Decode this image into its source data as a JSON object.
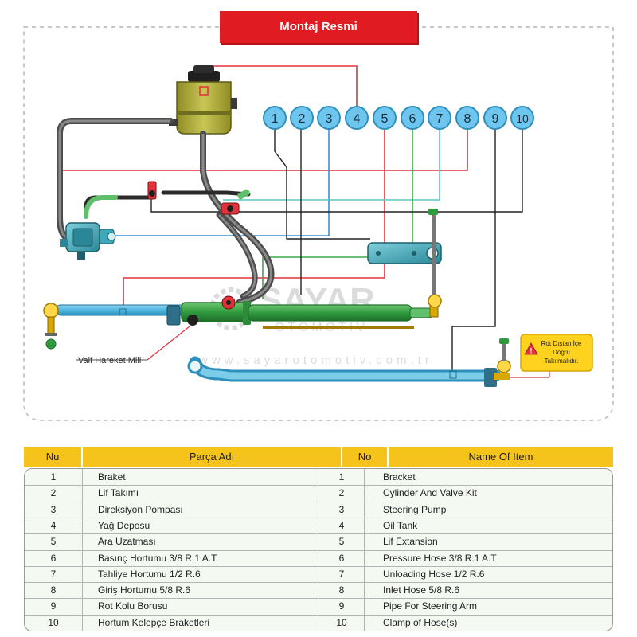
{
  "title": "Montaj Resmi",
  "callout_numbers": [
    "1",
    "2",
    "3",
    "4",
    "5",
    "6",
    "7",
    "8",
    "9",
    "10"
  ],
  "labels": {
    "valve_shaft": "Valf Hareket Mili",
    "warning_text": [
      "Rot Dıştan İçe",
      "Doğru",
      "Takılmalıdır."
    ],
    "watermark_brand": "SAYAR",
    "watermark_sub": "OTOMOTİV",
    "watermark_url": "www.sayarotomotiv.com.tr"
  },
  "colors": {
    "title_red": "#e11b22",
    "callout_blue": "#6ec6ee",
    "pipe_blue": "#5cc0e6",
    "hose_grey": "#5a5a5a",
    "pump_teal": "#3a9fb0",
    "tank_olive": "#a9a63a",
    "cylinder_green": "#2f9a3e",
    "line_red": "#e0333c",
    "line_blue": "#3a8fd6",
    "line_green": "#3aa84a",
    "line_teal": "#5cc6c4",
    "table_header": "#f6c21c"
  },
  "table": {
    "headers": {
      "nu": "Nu",
      "parca_adi": "Parça Adı",
      "no": "No",
      "name_of_item": "Name Of Item"
    },
    "rows": [
      {
        "nu": "1",
        "parca_adi": "Braket",
        "no": "1",
        "name": "Bracket"
      },
      {
        "nu": "2",
        "parca_adi": "Lif Takımı",
        "no": "2",
        "name": "Cylinder And Valve Kit"
      },
      {
        "nu": "3",
        "parca_adi": "Direksiyon Pompası",
        "no": "3",
        "name": "Steering Pump"
      },
      {
        "nu": "4",
        "parca_adi": "Yağ Deposu",
        "no": "4",
        "name": "Oil Tank"
      },
      {
        "nu": "5",
        "parca_adi": "Ara Uzatması",
        "no": "5",
        "name": "Lif Extansion"
      },
      {
        "nu": "6",
        "parca_adi": "Basınç Hortumu 3/8 R.1 A.T",
        "no": "6",
        "name": "Pressure Hose 3/8 R.1 A.T"
      },
      {
        "nu": "7",
        "parca_adi": "Tahliye Hortumu 1/2 R.6",
        "no": "7",
        "name": "Unloading Hose 1/2 R.6"
      },
      {
        "nu": "8",
        "parca_adi": "Giriş Hortumu 5/8 R.6",
        "no": "8",
        "name": "Inlet Hose 5/8 R.6"
      },
      {
        "nu": "9",
        "parca_adi": "Rot Kolu Borusu",
        "no": "9",
        "name": "Pipe For Steering Arm"
      },
      {
        "nu": "10",
        "parca_adi": "Hortum Kelepçe Braketleri",
        "no": "10",
        "name": "Clamp of Hose(s)"
      }
    ]
  }
}
